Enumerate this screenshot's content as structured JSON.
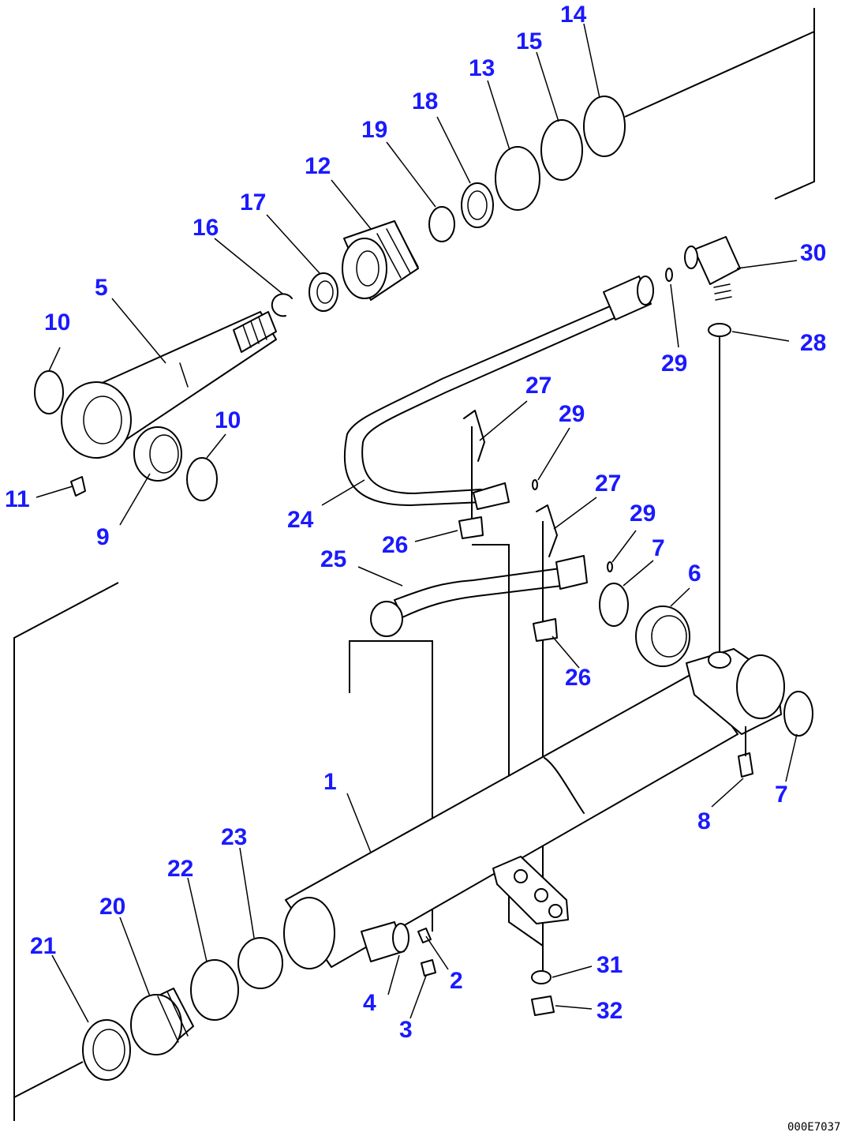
{
  "figure_code": "000E7037",
  "callouts": [
    "1",
    "2",
    "3",
    "4",
    "5",
    "6",
    "7",
    "7",
    "8",
    "9",
    "10",
    "10",
    "11",
    "12",
    "13",
    "14",
    "15",
    "16",
    "17",
    "18",
    "19",
    "20",
    "21",
    "22",
    "23",
    "24",
    "25",
    "26",
    "26",
    "27",
    "27",
    "28",
    "29",
    "29",
    "29",
    "30",
    "31",
    "32"
  ]
}
